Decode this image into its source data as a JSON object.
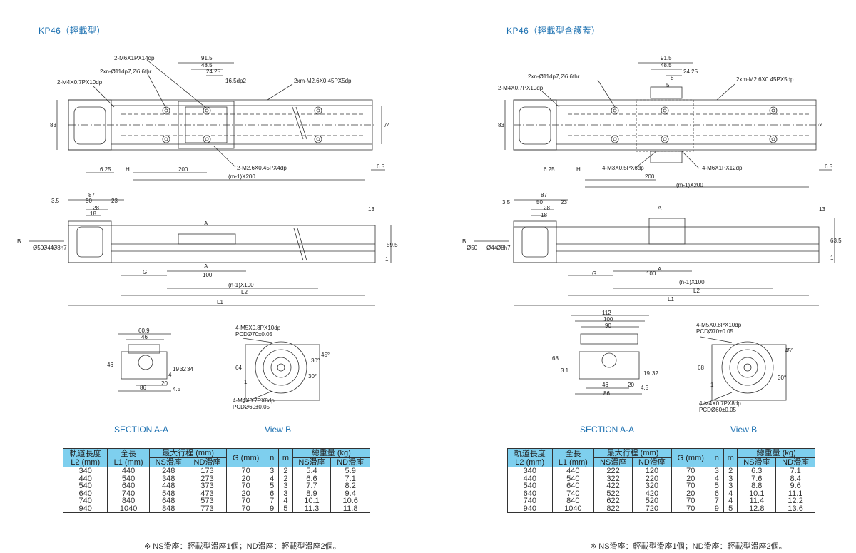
{
  "panels": [
    {
      "title": "KP46（輕載型）",
      "top_dims": {
        "d1": "91.5",
        "d2": "48.5",
        "d3": "24.25",
        "d4": "16.5dp2",
        "height_left": "83",
        "height_right": "74",
        "edge_left": "6.25",
        "edge_h": "H",
        "pitch": "200",
        "edge_right": "6.5",
        "pitch_total": "(m-1)X200"
      },
      "top_callouts": [
        "2-M6X1PX14dp",
        "2xn-Ø11dp7,Ø6.6thr",
        "2-M4X0.7PX10dp",
        "2xm-M2.6X0.45PX5dp",
        "2-M2.6X0.45PX4dp"
      ],
      "side_dims": {
        "d87": "87",
        "d50": "50",
        "d23": "23",
        "d28": "28",
        "d18": "18",
        "d35": "3.5",
        "d13": "13",
        "h595": "59.5",
        "h1": "1",
        "G": "G",
        "d100": "100",
        "n100": "(n-1)X100",
        "L2": "L2",
        "L1": "L1",
        "phi50": "Ø50",
        "phi44": "Ø44",
        "phi8": "Ø8h7",
        "A": "A",
        "B": "B"
      },
      "section_dims": {
        "w609": "60.9",
        "w46": "46",
        "h46": "46",
        "h19": "19",
        "h32": "32",
        "h34": "34",
        "w20": "20",
        "w86": "86",
        "w45": "4.5",
        "h4": "4"
      },
      "viewb_callouts": {
        "top1": "4-M5X0.8PX10dp",
        "top2": "PCDØ70±0.05",
        "bot1": "4-M4X0.7PX8dp",
        "bot2": "PCDØ60±0.05",
        "h64": "64",
        "a45": "45°",
        "a30a": "30°",
        "a30b": "30°",
        "one": "1"
      },
      "section_caption": "SECTION A-A",
      "viewb_caption": "View B",
      "table": {
        "headers": {
          "rail": "軌道長度",
          "rail_unit": "L2 (mm)",
          "length": "全長",
          "length_unit": "L1 (mm)",
          "stroke": "最大行程 (mm)",
          "ns": "NS滑座",
          "nd": "ND滑座",
          "g": "G (mm)",
          "n": "n",
          "m": "m",
          "weight": "總重量 (kg)",
          "wns": "NS滑座",
          "wnd": "ND滑座"
        },
        "rows": [
          [
            "340",
            "440",
            "248",
            "173",
            "70",
            "3",
            "2",
            "5.4",
            "5.9"
          ],
          [
            "440",
            "540",
            "348",
            "273",
            "20",
            "4",
            "2",
            "6.6",
            "7.1"
          ],
          [
            "540",
            "640",
            "448",
            "373",
            "70",
            "5",
            "3",
            "7.7",
            "8.2"
          ],
          [
            "640",
            "740",
            "548",
            "473",
            "20",
            "6",
            "3",
            "8.9",
            "9.4"
          ],
          [
            "740",
            "840",
            "648",
            "573",
            "70",
            "7",
            "4",
            "10.1",
            "10.6"
          ],
          [
            "940",
            "1040",
            "848",
            "773",
            "70",
            "9",
            "5",
            "11.3",
            "11.8"
          ]
        ]
      },
      "note": "※ NS滑座：輕載型滑座1個；ND滑座：輕載型滑座2個。"
    },
    {
      "title": "KP46（輕載型含護蓋）",
      "top_dims": {
        "d1": "91.5",
        "d2": "48.5",
        "d3": "24.25",
        "d4": "8",
        "height_left": "83",
        "height_right": "×",
        "edge_left": "6.25",
        "edge_h": "H",
        "pitch": "200",
        "edge_right": "6.5",
        "pitch_total": "(m-1)X200",
        "d5": "5"
      },
      "top_callouts": [
        "2xn-Ø11dp7,Ø6.6thr",
        "2-M4X0.7PX10dp",
        "2xm-M2.6X0.45PX5dp",
        "4-M3X0.5PX6dp",
        "4-M6X1PX12dp"
      ],
      "side_dims": {
        "d87": "87",
        "d50": "50",
        "d23": "23",
        "d28": "28",
        "d18": "18",
        "d35": "3.5",
        "d13": "13",
        "h635": "63.5",
        "h1": "1",
        "G": "G",
        "d100": "100",
        "n100": "(n-1)X100",
        "L2": "L2",
        "L1": "L1",
        "phi50": "Ø50",
        "phi44": "Ø44",
        "phi8": "Ø8h7",
        "A": "A",
        "B": "B"
      },
      "section_dims": {
        "w112": "112",
        "w100": "100",
        "w90": "90",
        "h68": "68",
        "h31": "3.1",
        "h19": "19",
        "h32": "32",
        "w46": "46",
        "w20": "20",
        "w86": "86",
        "w45": "4.5"
      },
      "viewb_callouts": {
        "top1": "4-M5X0.8PX10dp",
        "top2": "PCDØ70±0.05",
        "bot1": "4-M4X0.7PX8dp",
        "bot2": "PCDØ60±0.05",
        "h68": "68",
        "a45": "45°",
        "a30": "30°",
        "one": "1"
      },
      "section_caption": "SECTION A-A",
      "viewb_caption": "View B",
      "table": {
        "headers": {
          "rail": "軌道長度",
          "rail_unit": "L2 (mm)",
          "length": "全長",
          "length_unit": "L1 (mm)",
          "stroke": "最大行程 (mm)",
          "ns": "NS滑座",
          "nd": "ND滑座",
          "g": "G (mm)",
          "n": "n",
          "m": "m",
          "weight": "總重量 (kg)",
          "wns": "NS滑座",
          "wnd": "ND滑座"
        },
        "rows": [
          [
            "340",
            "440",
            "222",
            "120",
            "70",
            "3",
            "2",
            "6.3",
            "7.1"
          ],
          [
            "440",
            "540",
            "322",
            "220",
            "20",
            "4",
            "3",
            "7.6",
            "8.4"
          ],
          [
            "540",
            "640",
            "422",
            "320",
            "70",
            "5",
            "3",
            "8.8",
            "9.6"
          ],
          [
            "640",
            "740",
            "522",
            "420",
            "20",
            "6",
            "4",
            "10.1",
            "11.1"
          ],
          [
            "740",
            "840",
            "622",
            "520",
            "70",
            "7",
            "4",
            "11.4",
            "12.2"
          ],
          [
            "940",
            "1040",
            "822",
            "720",
            "70",
            "9",
            "5",
            "12.8",
            "13.6"
          ]
        ]
      },
      "note": "※ NS滑座：輕載型滑座1個；ND滑座：輕載型滑座2個。"
    }
  ]
}
